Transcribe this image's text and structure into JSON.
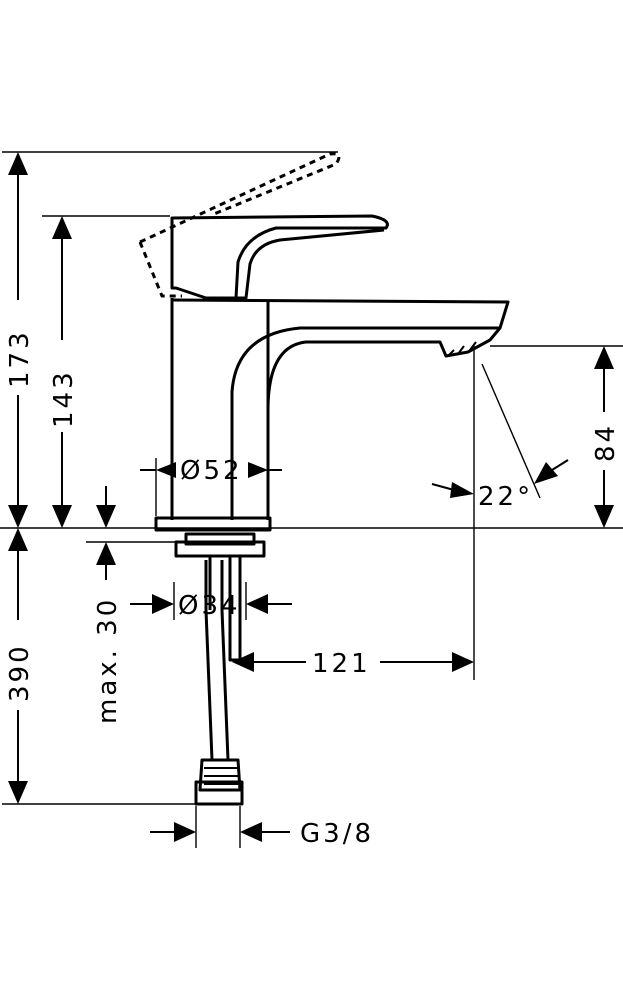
{
  "dimensions": {
    "total_height_lever_up": "173",
    "height_lever": "143",
    "spout_height": "84",
    "base_diameter": "Ø52",
    "spray_angle": "22°",
    "below_deck_length": "390",
    "max_deck_thickness": "max. 30",
    "shank_diameter": "Ø34",
    "spout_reach": "121",
    "connection_thread": "G3/8"
  }
}
